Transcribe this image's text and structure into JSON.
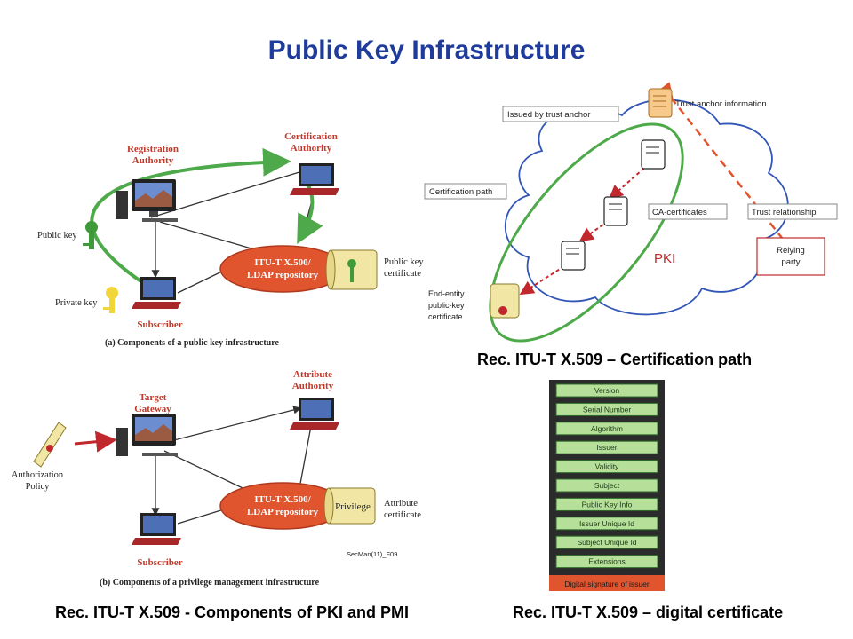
{
  "slide": {
    "title": "Public Key Infrastructure",
    "caption_pki_pmi": "Rec. ITU-T X.509 - Components of PKI and PMI",
    "caption_path": "Rec. ITU-T X.509 – Certification path",
    "caption_cert": "Rec. ITU-T X.509 – digital certificate"
  },
  "pki_diagram": {
    "registration_authority": [
      "Registration",
      "Authority"
    ],
    "certification_authority": [
      "Certification",
      "Authority"
    ],
    "repository": [
      "ITU-T X.500/",
      "LDAP repository"
    ],
    "public_key": "Public key",
    "private_key": "Private key",
    "public_key_certificate": [
      "Public key",
      "certificate"
    ],
    "subscriber": "Subscriber",
    "caption": "(a) Components of a public key infrastructure"
  },
  "pmi_diagram": {
    "target_gateway": [
      "Target",
      "Gateway"
    ],
    "attribute_authority": [
      "Attribute",
      "Authority"
    ],
    "authorization_policy": [
      "Authorization",
      "Policy"
    ],
    "repository": [
      "ITU-T X.500/",
      "LDAP repository"
    ],
    "privilege": "Privilege",
    "attribute_certificate": [
      "Attribute",
      "certificate"
    ],
    "subscriber": "Subscriber",
    "figure_ref": "SecMan(11)_F09",
    "caption": "(b) Components of a privilege management infrastructure"
  },
  "path_diagram": {
    "trust_anchor_information": "Trust anchor information",
    "issued_by_trust_anchor": "Issued by trust anchor",
    "certification_path": "Certification path",
    "ca_certificates": "CA-certificates",
    "trust_relationship": "Trust relationship",
    "relying_party": [
      "Relying",
      "party"
    ],
    "pki": "PKI",
    "end_entity": [
      "End-entity",
      "public-key",
      "certificate"
    ]
  },
  "certificate": {
    "fields": [
      "Version",
      "Serial Number",
      "Algorithm",
      "Issuer",
      "Validity",
      "Subject",
      "Public Key Info",
      "Issuer Unique Id",
      "Subject Unique Id",
      "Extensions"
    ],
    "signature": "Digital signature of issuer"
  },
  "colors": {
    "title": "#1f3c9c",
    "green_arrow": "#4ea94a",
    "repository": "#e0552e",
    "authority_text": "#c0392b",
    "cert_field": "#b6e09a",
    "signature_bg": "#e0552e",
    "path_dash": "#e0552e"
  }
}
